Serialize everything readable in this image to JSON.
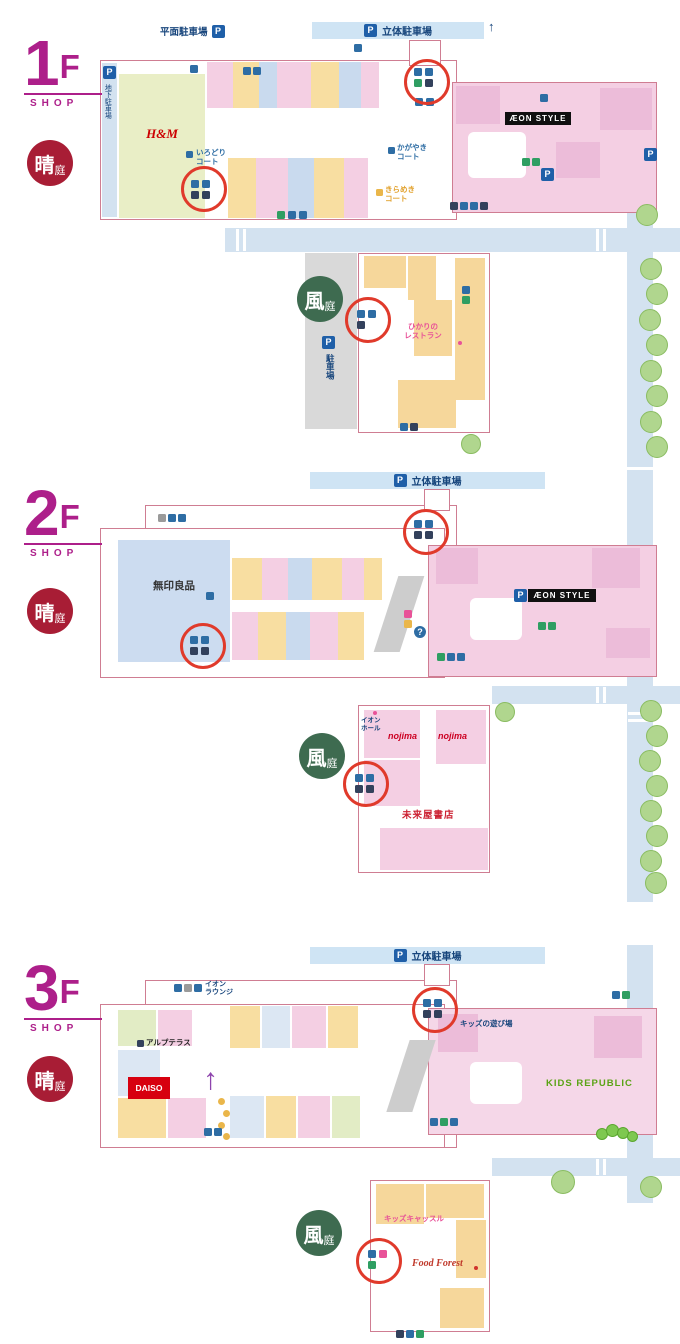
{
  "common": {
    "p": "P",
    "shop": "SHOP",
    "arrow_up": "↑",
    "question": "?",
    "deck_parking": "立体駐車場",
    "flat_parking": "平面駐車場",
    "underground_parking": "地下駐車場",
    "parking": "駐車場",
    "sun_main": "晴",
    "sun_sub": "庭",
    "wind_main": "風",
    "wind_sub": "庭"
  },
  "floor1": {
    "number": "1",
    "suffix": "F",
    "hm": "H&M",
    "aeon_style": "ÆON STYLE",
    "irodori_court": "いろどり\nコート",
    "kagayaki_court": "かがやき\nコート",
    "kirameki_court": "きらめき\nコート",
    "hikari_restaurant": "ひかりの\nレストラン"
  },
  "floor2": {
    "number": "2",
    "suffix": "F",
    "muji": "無印良品",
    "aeon_style": "ÆON STYLE",
    "aeon_hall": "イオン\nホール",
    "nojima_left": "nojima",
    "nojima_right": "nojima",
    "miraiya_books": "未来屋書店"
  },
  "floor3": {
    "number": "3",
    "suffix": "F",
    "aeon_lounge": "イオン\nラウンジ",
    "alp_terrace": "アルプテラス",
    "daiso": "DAISO",
    "kids_play_area": "キッズの遊び場",
    "kids_republic": "KIDS REPUBLIC",
    "kids_castle": "キッズキャッスル",
    "food_forest": "Food Forest"
  }
}
